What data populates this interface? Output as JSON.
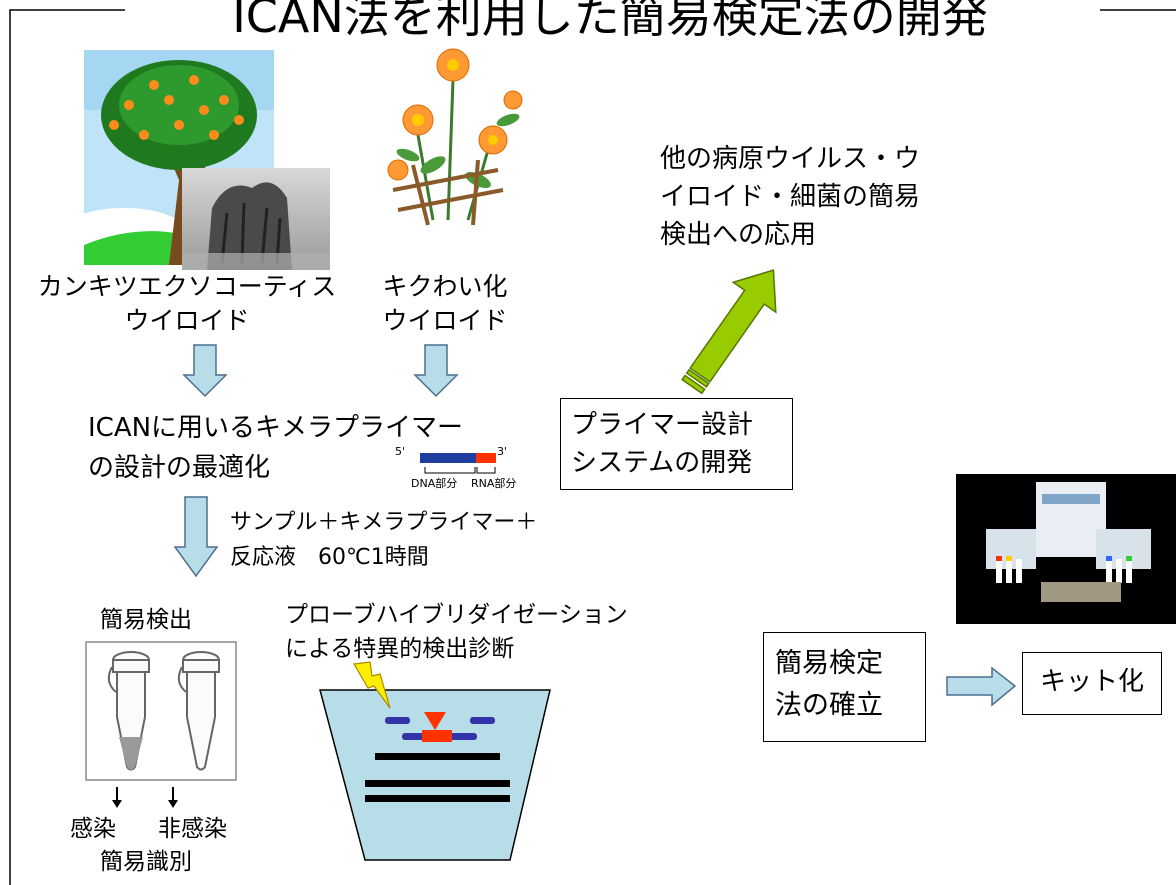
{
  "title": "ICAN法を利用した簡易検定法の開発",
  "viroid1": {
    "line1": "カンキツエクソコーティス",
    "line2": "ウイロイド"
  },
  "viroid2": {
    "line1": "キクわい化",
    "line2": "ウイロイド"
  },
  "application": {
    "line1": "他の病原ウイルス・ウ",
    "line2": "イロイド・細菌の簡易",
    "line3": "検出への応用"
  },
  "primer_opt": {
    "line1": "ICANに用いるキメラプライマー",
    "line2": "の設計の最適化"
  },
  "chimera": {
    "end5": "5'",
    "end3": "3'",
    "dna_label": "DNA部分",
    "rna_label": "RNA部分"
  },
  "primer_system": {
    "line1": "プライマー設計",
    "line2": "システムの開発"
  },
  "reaction": {
    "line1": "サンプル＋キメラプライマー＋",
    "line2": "反応液　60℃1時間"
  },
  "simple_detection": {
    "label": "簡易検出",
    "infected": "感染",
    "uninfected": "非感染",
    "discrimination": "簡易識別"
  },
  "probe": {
    "line1": "プローブハイブリダイゼーション",
    "line2": "による特異的検出診断"
  },
  "establish": {
    "line1": "簡易検定",
    "line2": "法の確立"
  },
  "kit": {
    "label": "キット化"
  },
  "colors": {
    "block_arrow_fill": "#b7dee8",
    "block_arrow_stroke": "#4f6f8f",
    "green_arrow": "#99cc00",
    "dna_blue": "#1f3fa0",
    "rna_red": "#ff3300",
    "well_fill": "#b7dee8",
    "probe_blue": "#3333aa"
  },
  "icons": [
    "citrus-tree-illustration",
    "stunted-plant-photo",
    "chrysanthemum-illustration",
    "test-tubes-illustration",
    "kit-product-photo",
    "lightning-icon"
  ]
}
